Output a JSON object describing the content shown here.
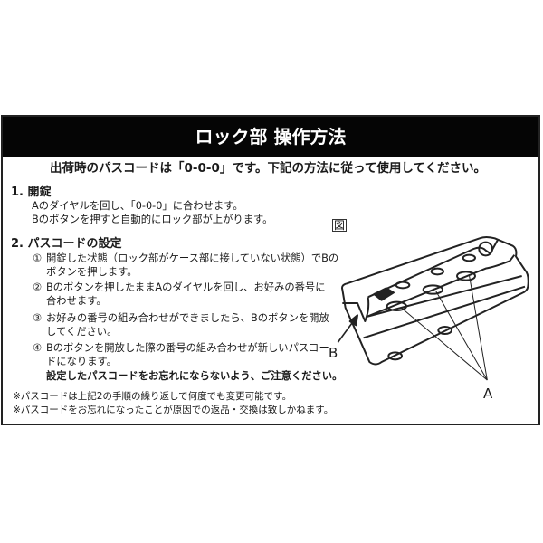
{
  "title": "ロック部 操作方法",
  "subtitle": "出荷時のパスコードは「0-0-0」です。下記の方法に従って使用してください。",
  "section1": {
    "heading": "1. 開錠",
    "lines": [
      "Aのダイヤルを回し、「0-0-0」に合わせます。",
      "Bのボタンを押すと自動的にロック部が上がります。"
    ]
  },
  "section2": {
    "heading": "2. パスコードの設定",
    "steps": [
      {
        "num": "①",
        "lines": [
          "開錠した状態（ロック部がケース部に接していない状態）でBの",
          "ボタンを押します。"
        ]
      },
      {
        "num": "②",
        "lines": [
          "Bのボタンを押したままAのダイヤルを回し、お好みの番号に",
          "合わせます。"
        ]
      },
      {
        "num": "③",
        "lines": [
          "お好みの番号の組み合わせができましたら、Bのボタンを開放",
          "してください。"
        ]
      },
      {
        "num": "④",
        "lines": [
          "Bのボタンを開放した際の番号の組み合わせが新しいパスコー",
          "ドになります。"
        ]
      }
    ],
    "caution": "設定したパスコードをお忘れにならないよう、ご注意ください。"
  },
  "notes": [
    "※パスコードは上記2の手順の繰り返しで何度でも変更可能です。",
    "※パスコードをお忘れになったことが原因での返品・交換は致しかねます。"
  ],
  "figure": {
    "label": "図",
    "callout_a": "A",
    "callout_b": "B"
  }
}
